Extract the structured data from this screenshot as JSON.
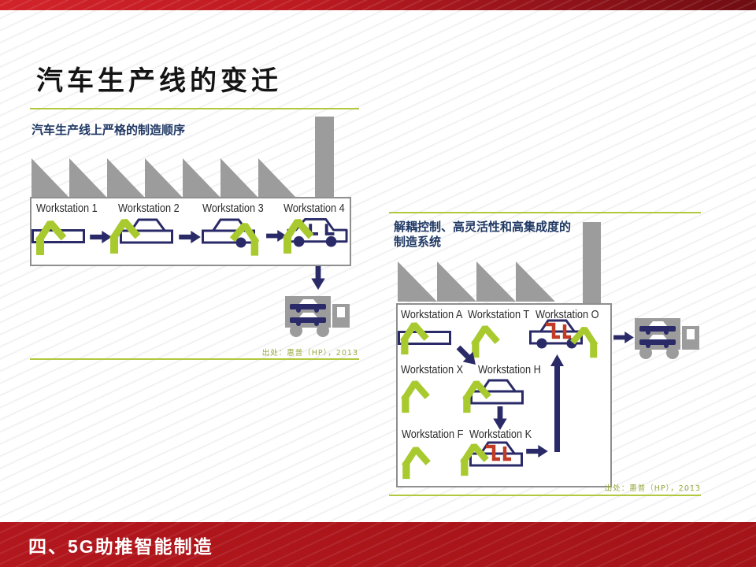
{
  "slide": {
    "title": "汽车生产线的变迁",
    "footer": "四、5G助推智能制造"
  },
  "left": {
    "caption": "汽车生产线上严格的制造顺序",
    "workstations": [
      {
        "label": "Workstation 1"
      },
      {
        "label": "Workstation 2"
      },
      {
        "label": "Workstation 3"
      },
      {
        "label": "Workstation 4"
      }
    ],
    "source": "出处：惠普（HP），2013"
  },
  "right": {
    "caption_line1": "解耦控制、高灵活性和高集成度的",
    "caption_line2": "制造系统",
    "workstations": [
      {
        "label": "Workstation A"
      },
      {
        "label": "Workstation T"
      },
      {
        "label": "Workstation O"
      },
      {
        "label": "Workstation X"
      },
      {
        "label": "Workstation H"
      },
      {
        "label": "Workstation F"
      },
      {
        "label": "Workstation K"
      }
    ],
    "source": "出处：惠普（HP），2013"
  },
  "colors": {
    "banner_red": "#b2171d",
    "banner_red_dark": "#6f0d12",
    "robot_arm_green": "#a8ca2e",
    "divider_green": "#b2c83e",
    "navy": "#2a2a68",
    "factory_gray": "#9c9c9c",
    "caption_navy": "#1f3864",
    "source_olive": "#9aa83e",
    "car_interior_red": "#c23b24"
  },
  "icons": {
    "robot-arm-icon": "green bent polyline",
    "factory-roof-icon": "gray sawtooth triangles",
    "factory-chimney-icon": "gray rectangle",
    "car-chassis-icon": "navy outlined rectangle",
    "car-cabin-icon": "navy outlined chassis with trapezoid cabin",
    "car-cabin-wheel-icon": "cabin car with one navy wheel",
    "car-complete-icon": "navy car outline with windows and wheels",
    "car-red-interior-icon": "cabin car with red interior marks",
    "truck-icon": "gray truck carrying two navy cars",
    "arrow-right-icon": "navy block arrow",
    "arrow-down-icon": "navy block arrow",
    "arrow-up-icon": "navy long block arrow",
    "arrow-diagonal-icon": "navy block arrow rotated 45deg"
  }
}
